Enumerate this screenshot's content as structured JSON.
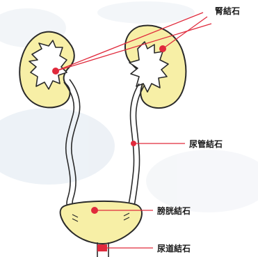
{
  "labels": {
    "kidney_stone": "腎結石",
    "ureter_stone": "尿管結石",
    "bladder_stone": "膀胱結石",
    "urethra_stone": "尿道結石"
  },
  "colors": {
    "marker": "#e02a3c",
    "kidney_fill": "#f7efa6",
    "outline": "#2a2a2a",
    "background_blob": "#d9e3ee"
  }
}
